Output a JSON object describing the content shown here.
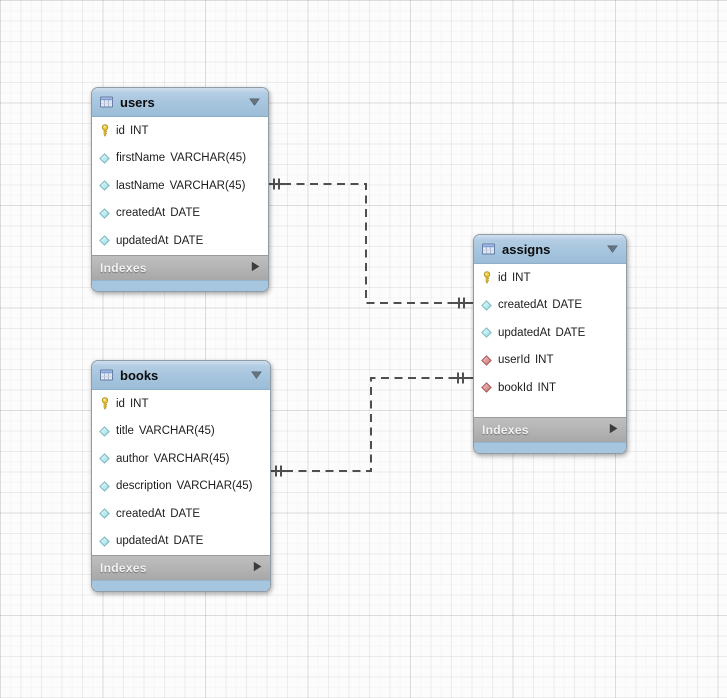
{
  "diagram": {
    "tool": "eer-diagram-canvas",
    "tables": [
      {
        "name": "users",
        "footer_label": "Indexes",
        "columns": [
          {
            "name": "id",
            "type": "INT",
            "key": "primary"
          },
          {
            "name": "firstName",
            "type": "VARCHAR(45)",
            "key": "none"
          },
          {
            "name": "lastName",
            "type": "VARCHAR(45)",
            "key": "none"
          },
          {
            "name": "createdAt",
            "type": "DATE",
            "key": "none"
          },
          {
            "name": "updatedAt",
            "type": "DATE",
            "key": "none"
          }
        ]
      },
      {
        "name": "books",
        "footer_label": "Indexes",
        "columns": [
          {
            "name": "id",
            "type": "INT",
            "key": "primary"
          },
          {
            "name": "title",
            "type": "VARCHAR(45)",
            "key": "none"
          },
          {
            "name": "author",
            "type": "VARCHAR(45)",
            "key": "none"
          },
          {
            "name": "description",
            "type": "VARCHAR(45)",
            "key": "none"
          },
          {
            "name": "createdAt",
            "type": "DATE",
            "key": "none"
          },
          {
            "name": "updatedAt",
            "type": "DATE",
            "key": "none"
          }
        ]
      },
      {
        "name": "assigns",
        "footer_label": "Indexes",
        "columns": [
          {
            "name": "id",
            "type": "INT",
            "key": "primary"
          },
          {
            "name": "createdAt",
            "type": "DATE",
            "key": "none"
          },
          {
            "name": "updatedAt",
            "type": "DATE",
            "key": "none"
          },
          {
            "name": "userId",
            "type": "INT",
            "key": "foreign"
          },
          {
            "name": "bookId",
            "type": "INT",
            "key": "foreign"
          }
        ]
      }
    ],
    "relationships": [
      {
        "from_table": "users",
        "to_table": "assigns",
        "line_style": "dashed",
        "end_markers": "mandatory-one-both-ends"
      },
      {
        "from_table": "books",
        "to_table": "assigns",
        "line_style": "dashed",
        "end_markers": "mandatory-one-both-ends"
      }
    ],
    "icons": {
      "table_icon": "mini-table-grid",
      "collapse_icon": "triangle-down",
      "expand_icon": "triangle-right",
      "primary_key_icon": "yellow-key",
      "attribute_icon": "cyan-diamond",
      "foreign_key_icon": "red-diamond"
    },
    "colors": {
      "header_blue": "#a6c5de",
      "footer_gray": "#b0b0b0",
      "primary_key_yellow": "#eecf3e",
      "attribute_cyan": "#aee4ec",
      "foreign_key_red": "#d88181",
      "relationship_line": "#4f4f4f",
      "grid_line": "#e8e8e8",
      "canvas_bg": "#fcfcfc"
    }
  }
}
